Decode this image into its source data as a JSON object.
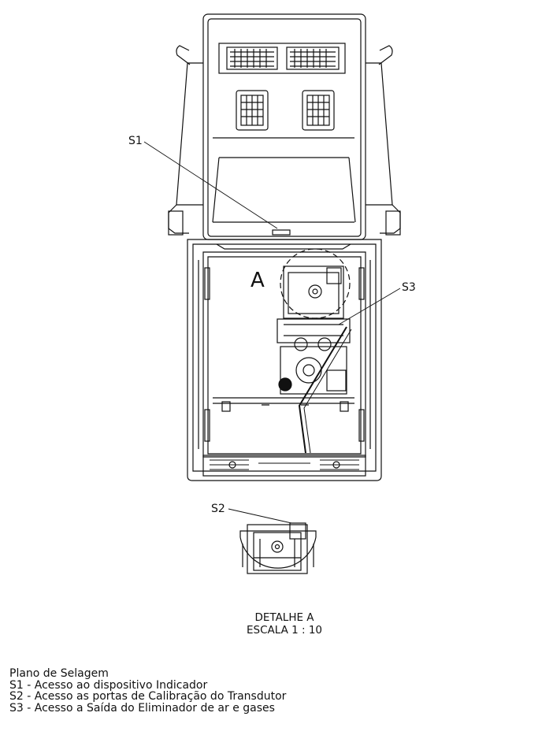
{
  "labels": {
    "s1": "S1",
    "s2": "S2",
    "s3": "S3",
    "detail_marker": "A"
  },
  "detail_caption": {
    "line1": "DETALHE A",
    "line2": "ESCALA 1 : 10"
  },
  "legend": {
    "title": "Plano de Selagem",
    "items": [
      "S1 - Acesso ao dispositivo Indicador",
      "S2 - Acesso as portas de Calibração do Transdutor",
      "S3 - Acesso a Saída do Eliminador de ar e gases"
    ]
  }
}
